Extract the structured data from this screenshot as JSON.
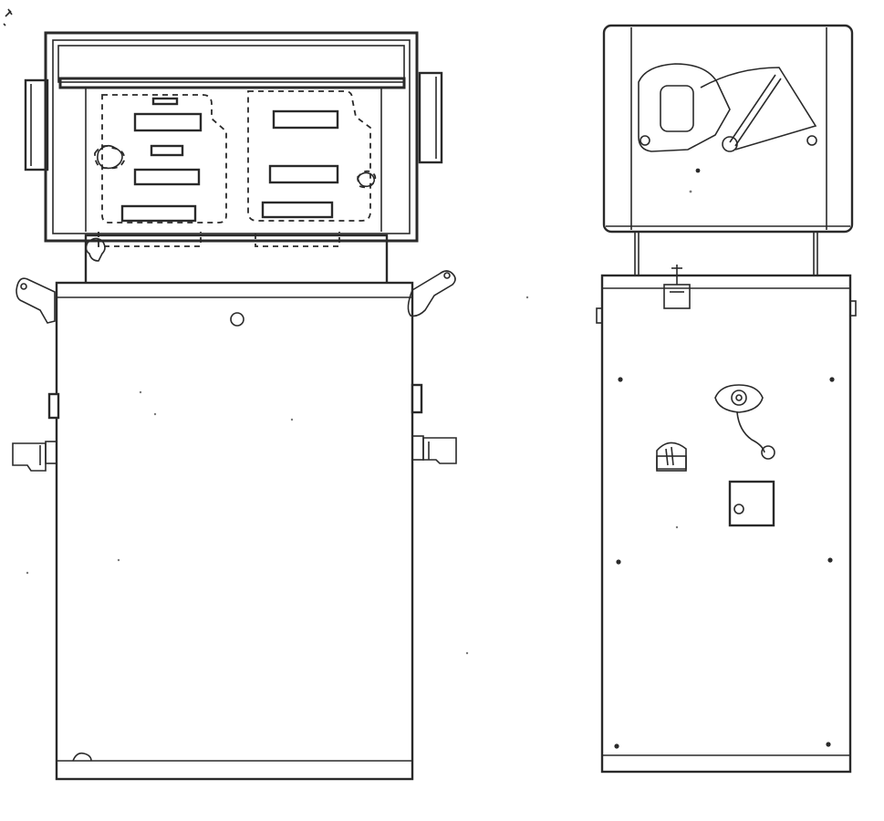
{
  "figure": {
    "views": [
      {
        "name": "front-view",
        "parts": [
          "display-head",
          "display-window",
          "handle-left",
          "handle-right",
          "pump-cabinet",
          "nozzle-holder-left",
          "nozzle-holder-right"
        ]
      },
      {
        "name": "side-view",
        "parts": [
          "meter-head",
          "dial-mechanism",
          "pump-cabinet",
          "valve-fitting",
          "crank-knob",
          "access-plate"
        ]
      }
    ],
    "colors": {
      "line": "#2a2a2a",
      "background": "#ffffff"
    }
  }
}
